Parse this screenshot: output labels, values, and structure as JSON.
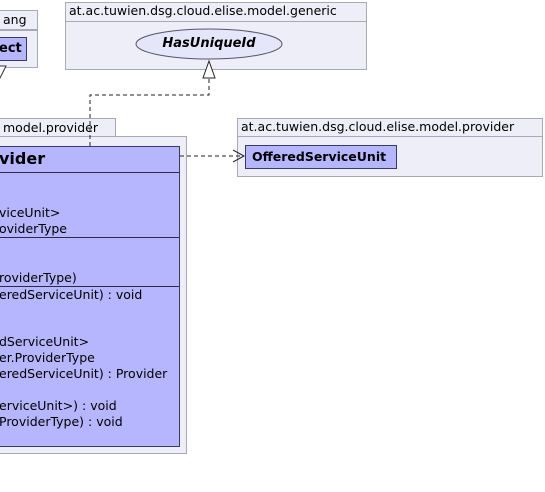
{
  "packages": {
    "lang": {
      "title": "ang"
    },
    "generic": {
      "title": "at.ac.tuwien.dsg.cloud.elise.model.generic"
    },
    "provider_left": {
      "title": "model.provider"
    },
    "provider_right": {
      "title": "at.ac.tuwien.dsg.cloud.elise.model.provider"
    }
  },
  "classes": {
    "object_cls": {
      "name": "ect"
    },
    "interface_uid": {
      "name": "HasUniqueId"
    },
    "provider_cls": {
      "name": "vider",
      "attributes": [
        "viceUnit>",
        "oviderType"
      ],
      "constructors": [
        "roviderType)",
        "eredServiceUnit) : void"
      ],
      "methods": [
        "dServiceUnit>",
        "er.ProviderType",
        "eredServiceUnit) : Provider",
        "erviceUnit>) : void",
        "ProviderType) : void"
      ]
    },
    "offered_cls": {
      "name": "OfferedServiceUnit"
    }
  },
  "colors": {
    "package_fill": "#eeeef9",
    "class_fill": "#b6b6ff",
    "interface_fill": "#e6e6fa"
  }
}
